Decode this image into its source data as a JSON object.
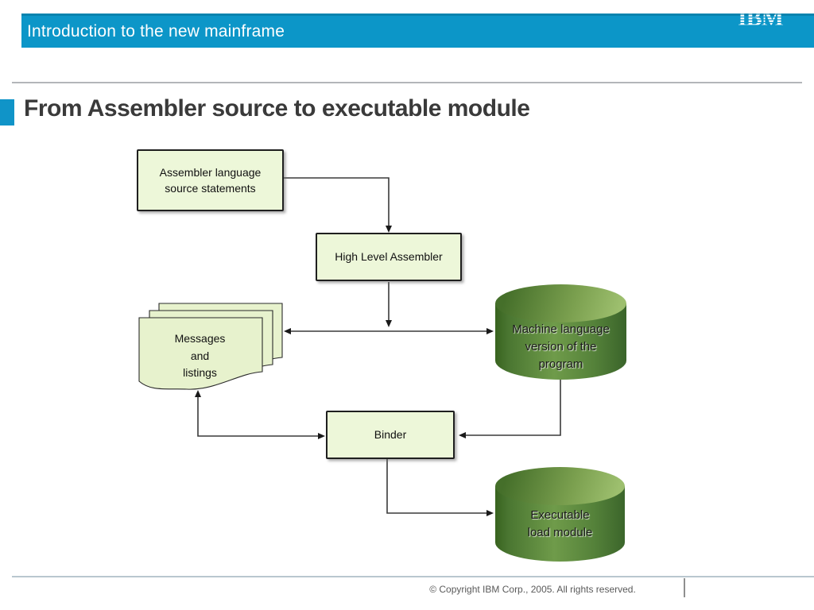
{
  "header": {
    "title": "Introduction to the new mainframe",
    "logo_text": "IBM",
    "bar_color": "#0c96c8"
  },
  "slide": {
    "title": "From Assembler source to executable module",
    "accent_color": "#1094c8"
  },
  "diagram": {
    "source_box": {
      "lines": [
        "Assembler language",
        "source statements"
      ]
    },
    "assembler_box": {
      "label": "High Level Assembler"
    },
    "doc_stack": {
      "lines": [
        "Messages",
        "and",
        "listings"
      ]
    },
    "machine_cyl": {
      "lines": [
        "Machine language",
        "version of the",
        "program"
      ]
    },
    "binder_box": {
      "label": "Binder"
    },
    "exec_cyl": {
      "lines": [
        "Executable",
        "load module"
      ]
    }
  },
  "footer": {
    "copyright": "© Copyright IBM Corp., 2005. All rights reserved."
  }
}
